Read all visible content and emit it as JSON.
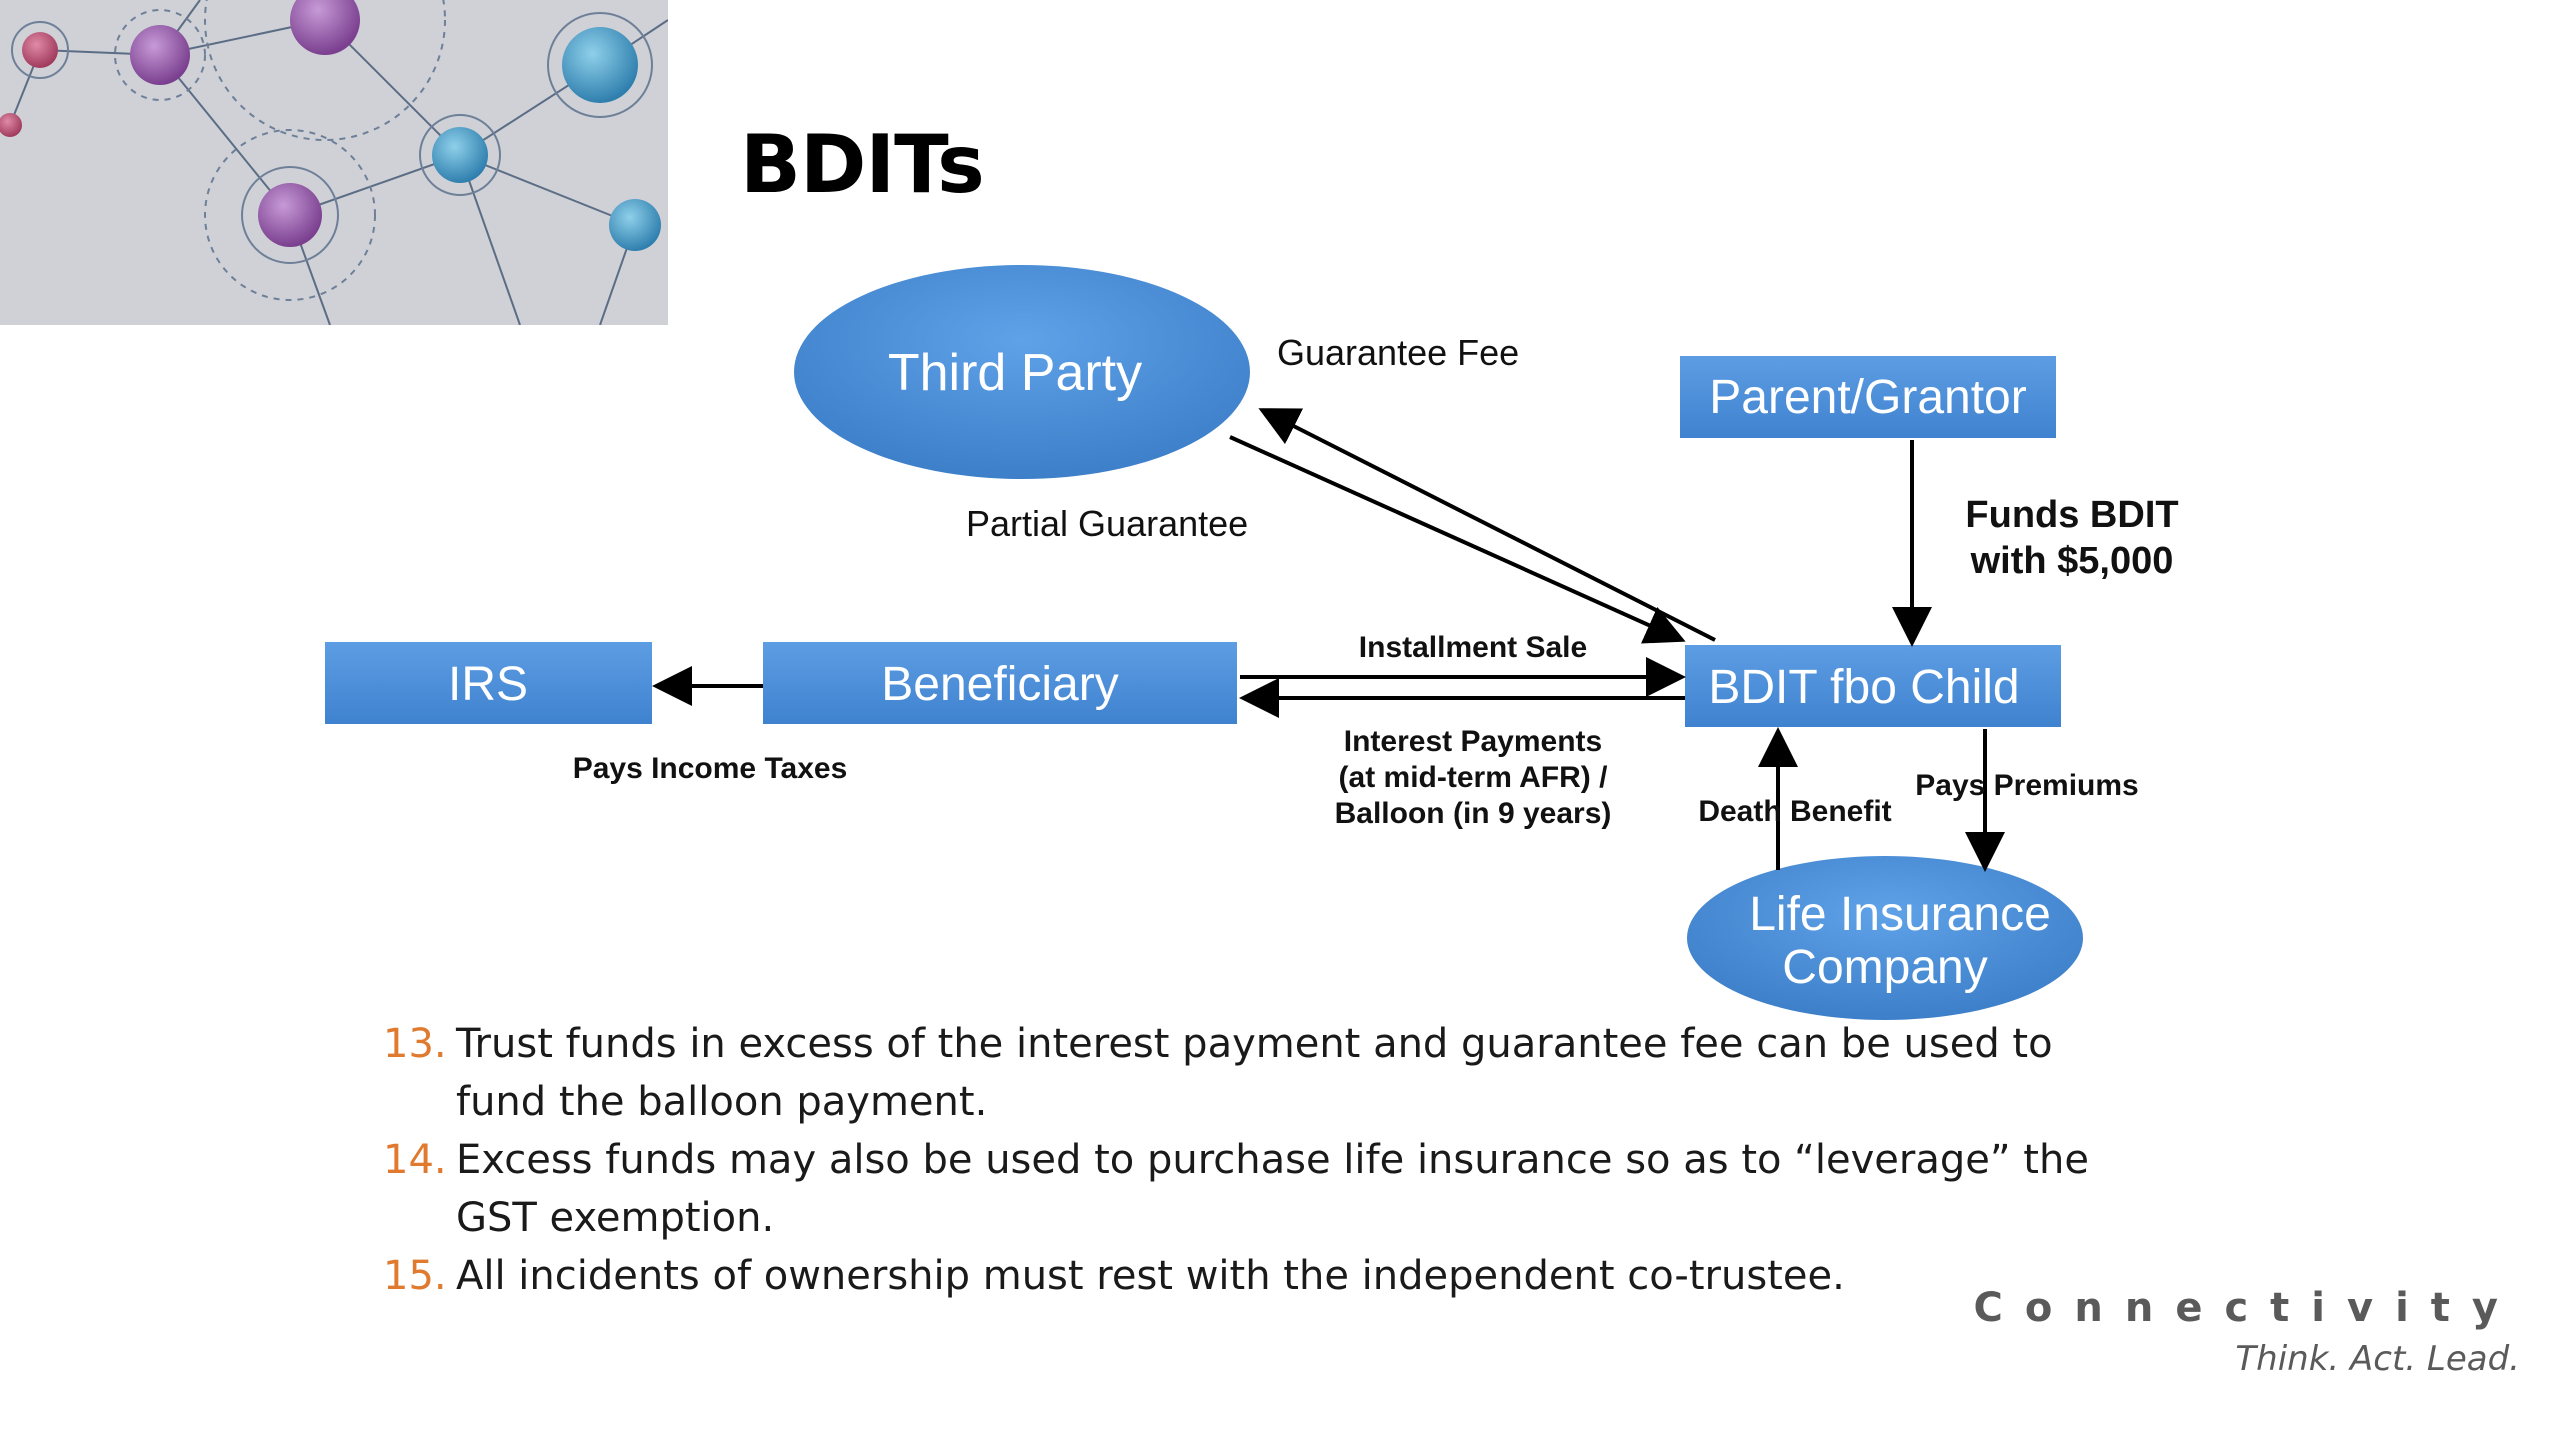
{
  "slide": {
    "title": "BDITs"
  },
  "diagram": {
    "nodes": {
      "third_party": "Third Party",
      "parent_grantor": "Parent/Grantor",
      "irs": "IRS",
      "beneficiary": "Beneficiary",
      "bdit_child": "BDIT fbo Child",
      "life_insurance_line1": "Life Insurance",
      "life_insurance_line2": "Company"
    },
    "edges": {
      "guarantee_fee": "Guarantee Fee",
      "partial_guarantee": "Partial Guarantee",
      "funds_bdit_line1": "Funds BDIT",
      "funds_bdit_line2": "with $5,000",
      "installment_sale": "Installment Sale",
      "interest_payments_line1": "Interest Payments",
      "interest_payments_line2": "(at mid-term AFR) /",
      "interest_payments_line3": "Balloon (in 9 years)",
      "pays_income_taxes": "Pays Income Taxes",
      "death_benefit": "Death Benefit",
      "pays_premiums": "Pays Premiums"
    },
    "colors": {
      "node_fill": "#4a8fd9",
      "node_fill_dark": "#3a79c2",
      "arrow": "#000000"
    }
  },
  "notes": [
    {
      "num": "13.",
      "text": "Trust funds in excess of the interest payment and guarantee fee can be used to fund the balloon payment."
    },
    {
      "num": "14.",
      "text": "Excess funds may also be used to purchase life insurance so as to “leverage” the GST exemption."
    },
    {
      "num": "15.",
      "text": "All incidents of ownership must rest with the independent co-trustee."
    }
  ],
  "brand": {
    "name": "Connectivity",
    "tagline": "Think. Act. Lead."
  },
  "colors": {
    "accent_number": "#e07a2e"
  }
}
